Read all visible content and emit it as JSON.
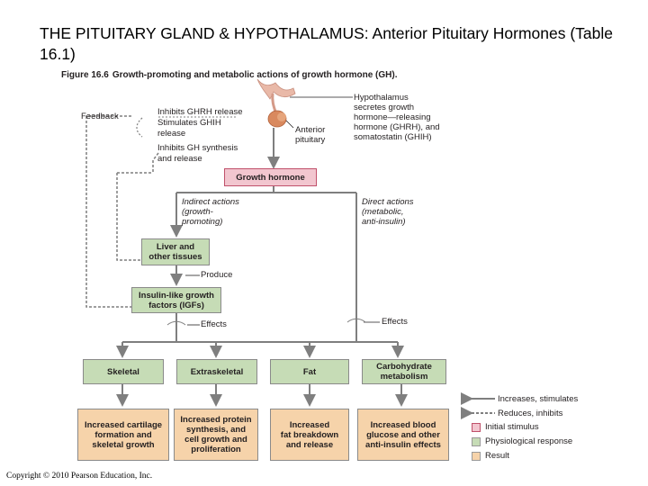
{
  "slide": {
    "title": "THE PITUITARY GLAND & HYPOTHALAMUS:  Anterior Pituitary Hormones (Table 16.1)"
  },
  "figure": {
    "number": "Figure 16.6",
    "caption": "Growth-promoting and metabolic actions of growth hormone (GH)."
  },
  "labels": {
    "feedback": "Feedback",
    "inhibits_ghrh": "Inhibits GHRH release",
    "stimulates_ghih": "Stimulates GHIH",
    "release": "release",
    "inhibits_gh": "Inhibits GH synthesis",
    "and_release": "and release",
    "hypothalamus": [
      "Hypothalamus",
      "secretes growth",
      "hormone—releasing",
      "hormone (GHRH), and",
      "somatostatin (GHIH)"
    ],
    "anterior_pituitary": [
      "Anterior",
      "pituitary"
    ],
    "indirect_actions": [
      "Indirect actions",
      "(growth-",
      "promoting)"
    ],
    "direct_actions": [
      "Direct actions",
      "(metabolic,",
      "anti-insulin)"
    ],
    "produce": "Produce",
    "effects_left": "Effects",
    "effects_right": "Effects"
  },
  "boxes": {
    "growth_hormone": "Growth hormone",
    "liver": [
      "Liver and",
      "other tissues"
    ],
    "igf": [
      "Insulin-like growth",
      "factors (IGFs)"
    ],
    "skeletal": "Skeletal",
    "extraskeletal": "Extraskeletal",
    "fat": "Fat",
    "carbohydrate": [
      "Carbohydrate",
      "metabolism"
    ],
    "result_skeletal": [
      "Increased cartilage",
      "formation and",
      "skeletal growth"
    ],
    "result_extra": [
      "Increased protein",
      "synthesis, and",
      "cell growth and",
      "proliferation"
    ],
    "result_fat": [
      "Increased",
      "fat breakdown",
      "and release"
    ],
    "result_carb": [
      "Increased blood",
      "glucose and other",
      "anti-insulin effects"
    ]
  },
  "legend": {
    "increases": "Increases, stimulates",
    "reduces": "Reduces, inhibits",
    "initial": "Initial stimulus",
    "physiological": "Physiological response",
    "result": "Result"
  },
  "colors": {
    "initial_stimulus": "#f2c6cf",
    "physiological_response": "#c6dcb6",
    "result": "#f6d3aa",
    "arrow": "#7f7f7f"
  },
  "copyright": "Copyright © 2010 Pearson Education, Inc."
}
